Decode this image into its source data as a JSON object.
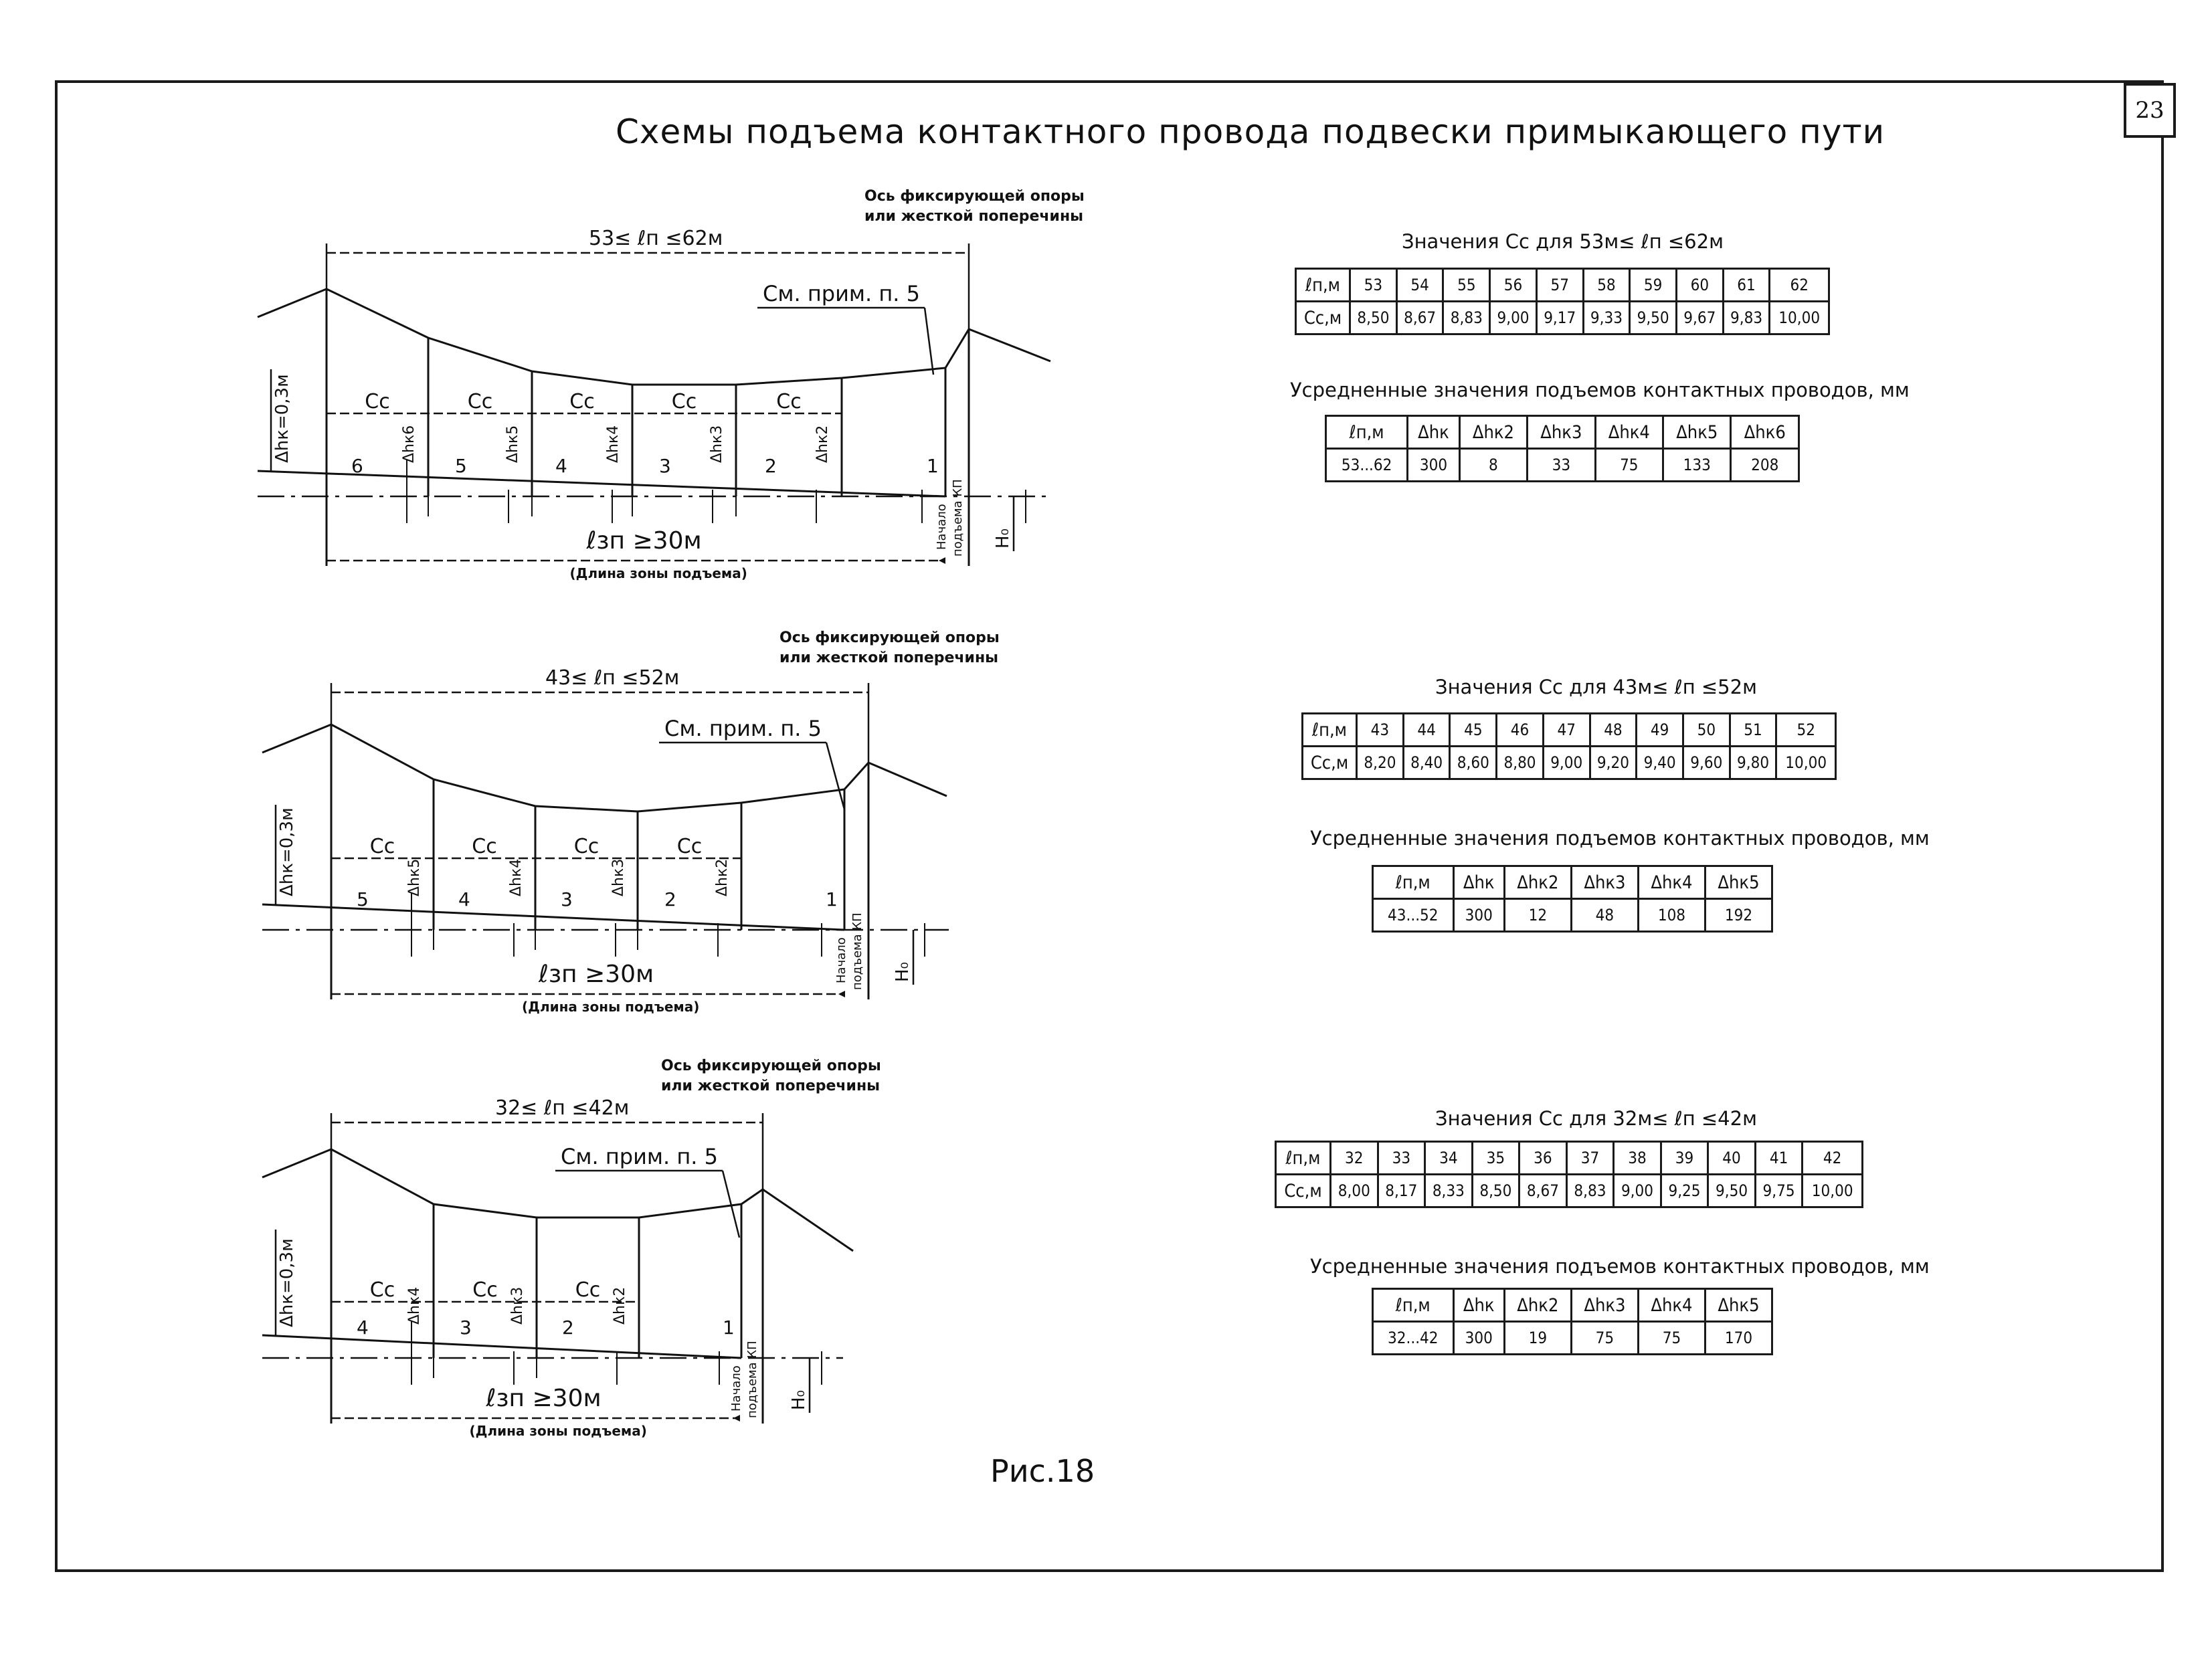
{
  "page": {
    "title": "Схемы подъема контактного провода подвески примыкающего пути",
    "page_number": "23",
    "figure_caption": "Рис.18"
  },
  "diagrams": [
    {
      "span_label": "53≤ ℓп ≤62м",
      "axis_note_line1": "Ось фиксирующей опоры",
      "axis_note_line2": "или жесткой поперечины",
      "note_ref": "См. прим. п. 5",
      "dh_label": "Δhк=0,3м",
      "zone_label": "ℓзп ≥30м",
      "zone_caption": "(Длина зоны подъема)",
      "start_label_line1": "Начало",
      "start_label_line2": "подъема КП",
      "h0_label": "H₀",
      "cc_label": "Сс",
      "dh_marks": [
        "Δhк6",
        "Δhк5",
        "Δhк4",
        "Δhк3",
        "Δhк2"
      ],
      "point_numbers": [
        "6",
        "5",
        "4",
        "3",
        "2",
        "1"
      ]
    },
    {
      "span_label": "43≤ ℓп ≤52м",
      "axis_note_line1": "Ось фиксирующей опоры",
      "axis_note_line2": "или жесткой поперечины",
      "note_ref": "См. прим. п. 5",
      "dh_label": "Δhк=0,3м",
      "zone_label": "ℓзп ≥30м",
      "zone_caption": "(Длина зоны подъема)",
      "start_label_line1": "Начало",
      "start_label_line2": "подъема КП",
      "h0_label": "H₀",
      "cc_label": "Сс",
      "dh_marks": [
        "Δhк5",
        "Δhк4",
        "Δhк3",
        "Δhк2"
      ],
      "point_numbers": [
        "5",
        "4",
        "3",
        "2",
        "1"
      ]
    },
    {
      "span_label": "32≤ ℓп ≤42м",
      "axis_note_line1": "Ось фиксирующей опоры",
      "axis_note_line2": "или жесткой поперечины",
      "note_ref": "См. прим. п. 5",
      "dh_label": "Δhк=0,3м",
      "zone_label": "ℓзп ≥30м",
      "zone_caption": "(Длина зоны подъема)",
      "start_label_line1": "Начало",
      "start_label_line2": "подъема КП",
      "h0_label": "H₀",
      "cc_label": "Сс",
      "dh_marks": [
        "Δhк4",
        "Δhк3",
        "Δhк2"
      ],
      "point_numbers": [
        "4",
        "3",
        "2",
        "1"
      ]
    }
  ],
  "tables": [
    {
      "cc_title": "Значения Сс для 53м≤ ℓп ≤62м",
      "ln_header": "ℓп,м",
      "cc_header": "Сс,м",
      "ln_values": [
        "53",
        "54",
        "55",
        "56",
        "57",
        "58",
        "59",
        "60",
        "61",
        "62"
      ],
      "cc_values": [
        "8,50",
        "8,67",
        "8,83",
        "9,00",
        "9,17",
        "9,33",
        "9,50",
        "9,67",
        "9,83",
        "10,00"
      ],
      "lift_title": "Усредненные значения подъемов контактных проводов, мм",
      "lift_headers": [
        "ℓп,м",
        "Δhк",
        "Δhк2",
        "Δhк3",
        "Δhк4",
        "Δhк5",
        "Δhк6"
      ],
      "lift_values": [
        "53...62",
        "300",
        "8",
        "33",
        "75",
        "133",
        "208"
      ]
    },
    {
      "cc_title": "Значения Сс для 43м≤ ℓп ≤52м",
      "ln_header": "ℓп,м",
      "cc_header": "Сс,м",
      "ln_values": [
        "43",
        "44",
        "45",
        "46",
        "47",
        "48",
        "49",
        "50",
        "51",
        "52"
      ],
      "cc_values": [
        "8,20",
        "8,40",
        "8,60",
        "8,80",
        "9,00",
        "9,20",
        "9,40",
        "9,60",
        "9,80",
        "10,00"
      ],
      "lift_title": "Усредненные значения подъемов контактных проводов, мм",
      "lift_headers": [
        "ℓп,м",
        "Δhк",
        "Δhк2",
        "Δhк3",
        "Δhк4",
        "Δhк5"
      ],
      "lift_values": [
        "43...52",
        "300",
        "12",
        "48",
        "108",
        "192"
      ]
    },
    {
      "cc_title": "Значения Сс для 32м≤ ℓп ≤42м",
      "ln_header": "ℓп,м",
      "cc_header": "Сс,м",
      "ln_values": [
        "32",
        "33",
        "34",
        "35",
        "36",
        "37",
        "38",
        "39",
        "40",
        "41",
        "42"
      ],
      "cc_values": [
        "8,00",
        "8,17",
        "8,33",
        "8,50",
        "8,67",
        "8,83",
        "9,00",
        "9,25",
        "9,50",
        "9,75",
        "10,00"
      ],
      "lift_title": "Усредненные значения подъемов контактных проводов, мм",
      "lift_headers": [
        "ℓп,м",
        "Δhк",
        "Δhк2",
        "Δhк3",
        "Δhк4",
        "Δhк5"
      ],
      "lift_values": [
        "32...42",
        "300",
        "19",
        "75",
        "75",
        "170"
      ]
    }
  ]
}
